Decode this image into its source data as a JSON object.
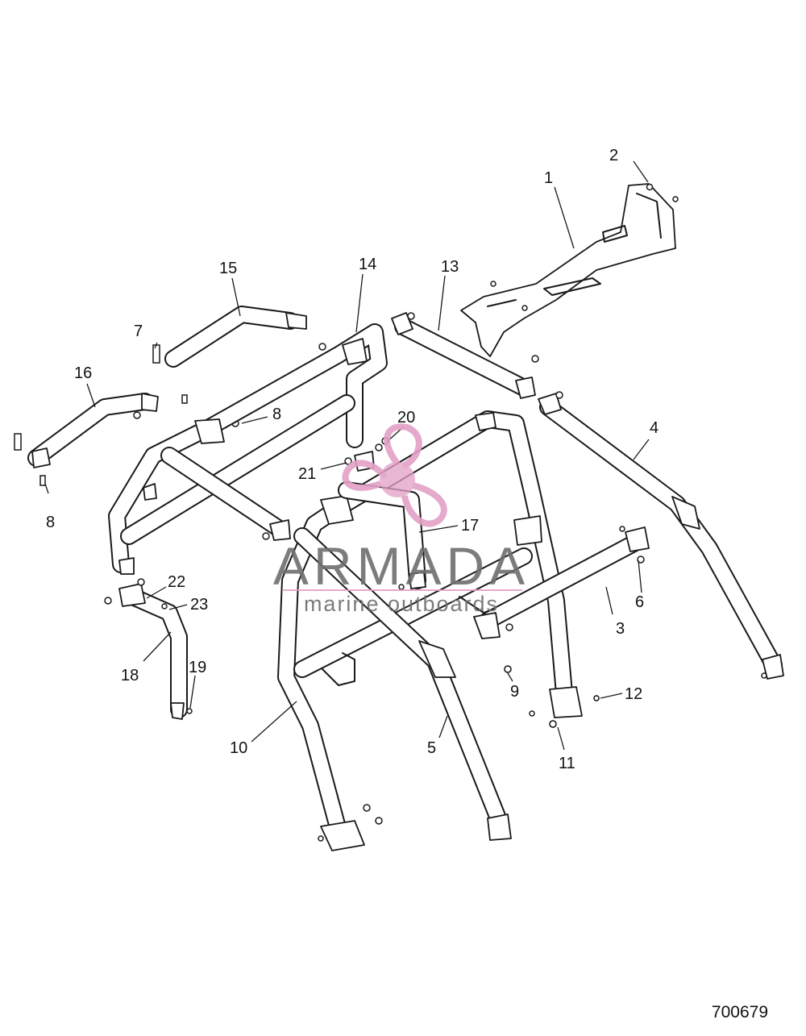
{
  "diagram": {
    "callouts": [
      "1",
      "2",
      "3",
      "4",
      "5",
      "6",
      "7",
      "8",
      "8",
      "9",
      "10",
      "11",
      "12",
      "13",
      "14",
      "15",
      "16",
      "17",
      "18",
      "19",
      "20",
      "21",
      "22",
      "23"
    ],
    "reference_number": "700679"
  },
  "watermark": {
    "brand": "ARMADA",
    "tagline": "marine outboards",
    "accent_color": "#e2a0c6"
  }
}
